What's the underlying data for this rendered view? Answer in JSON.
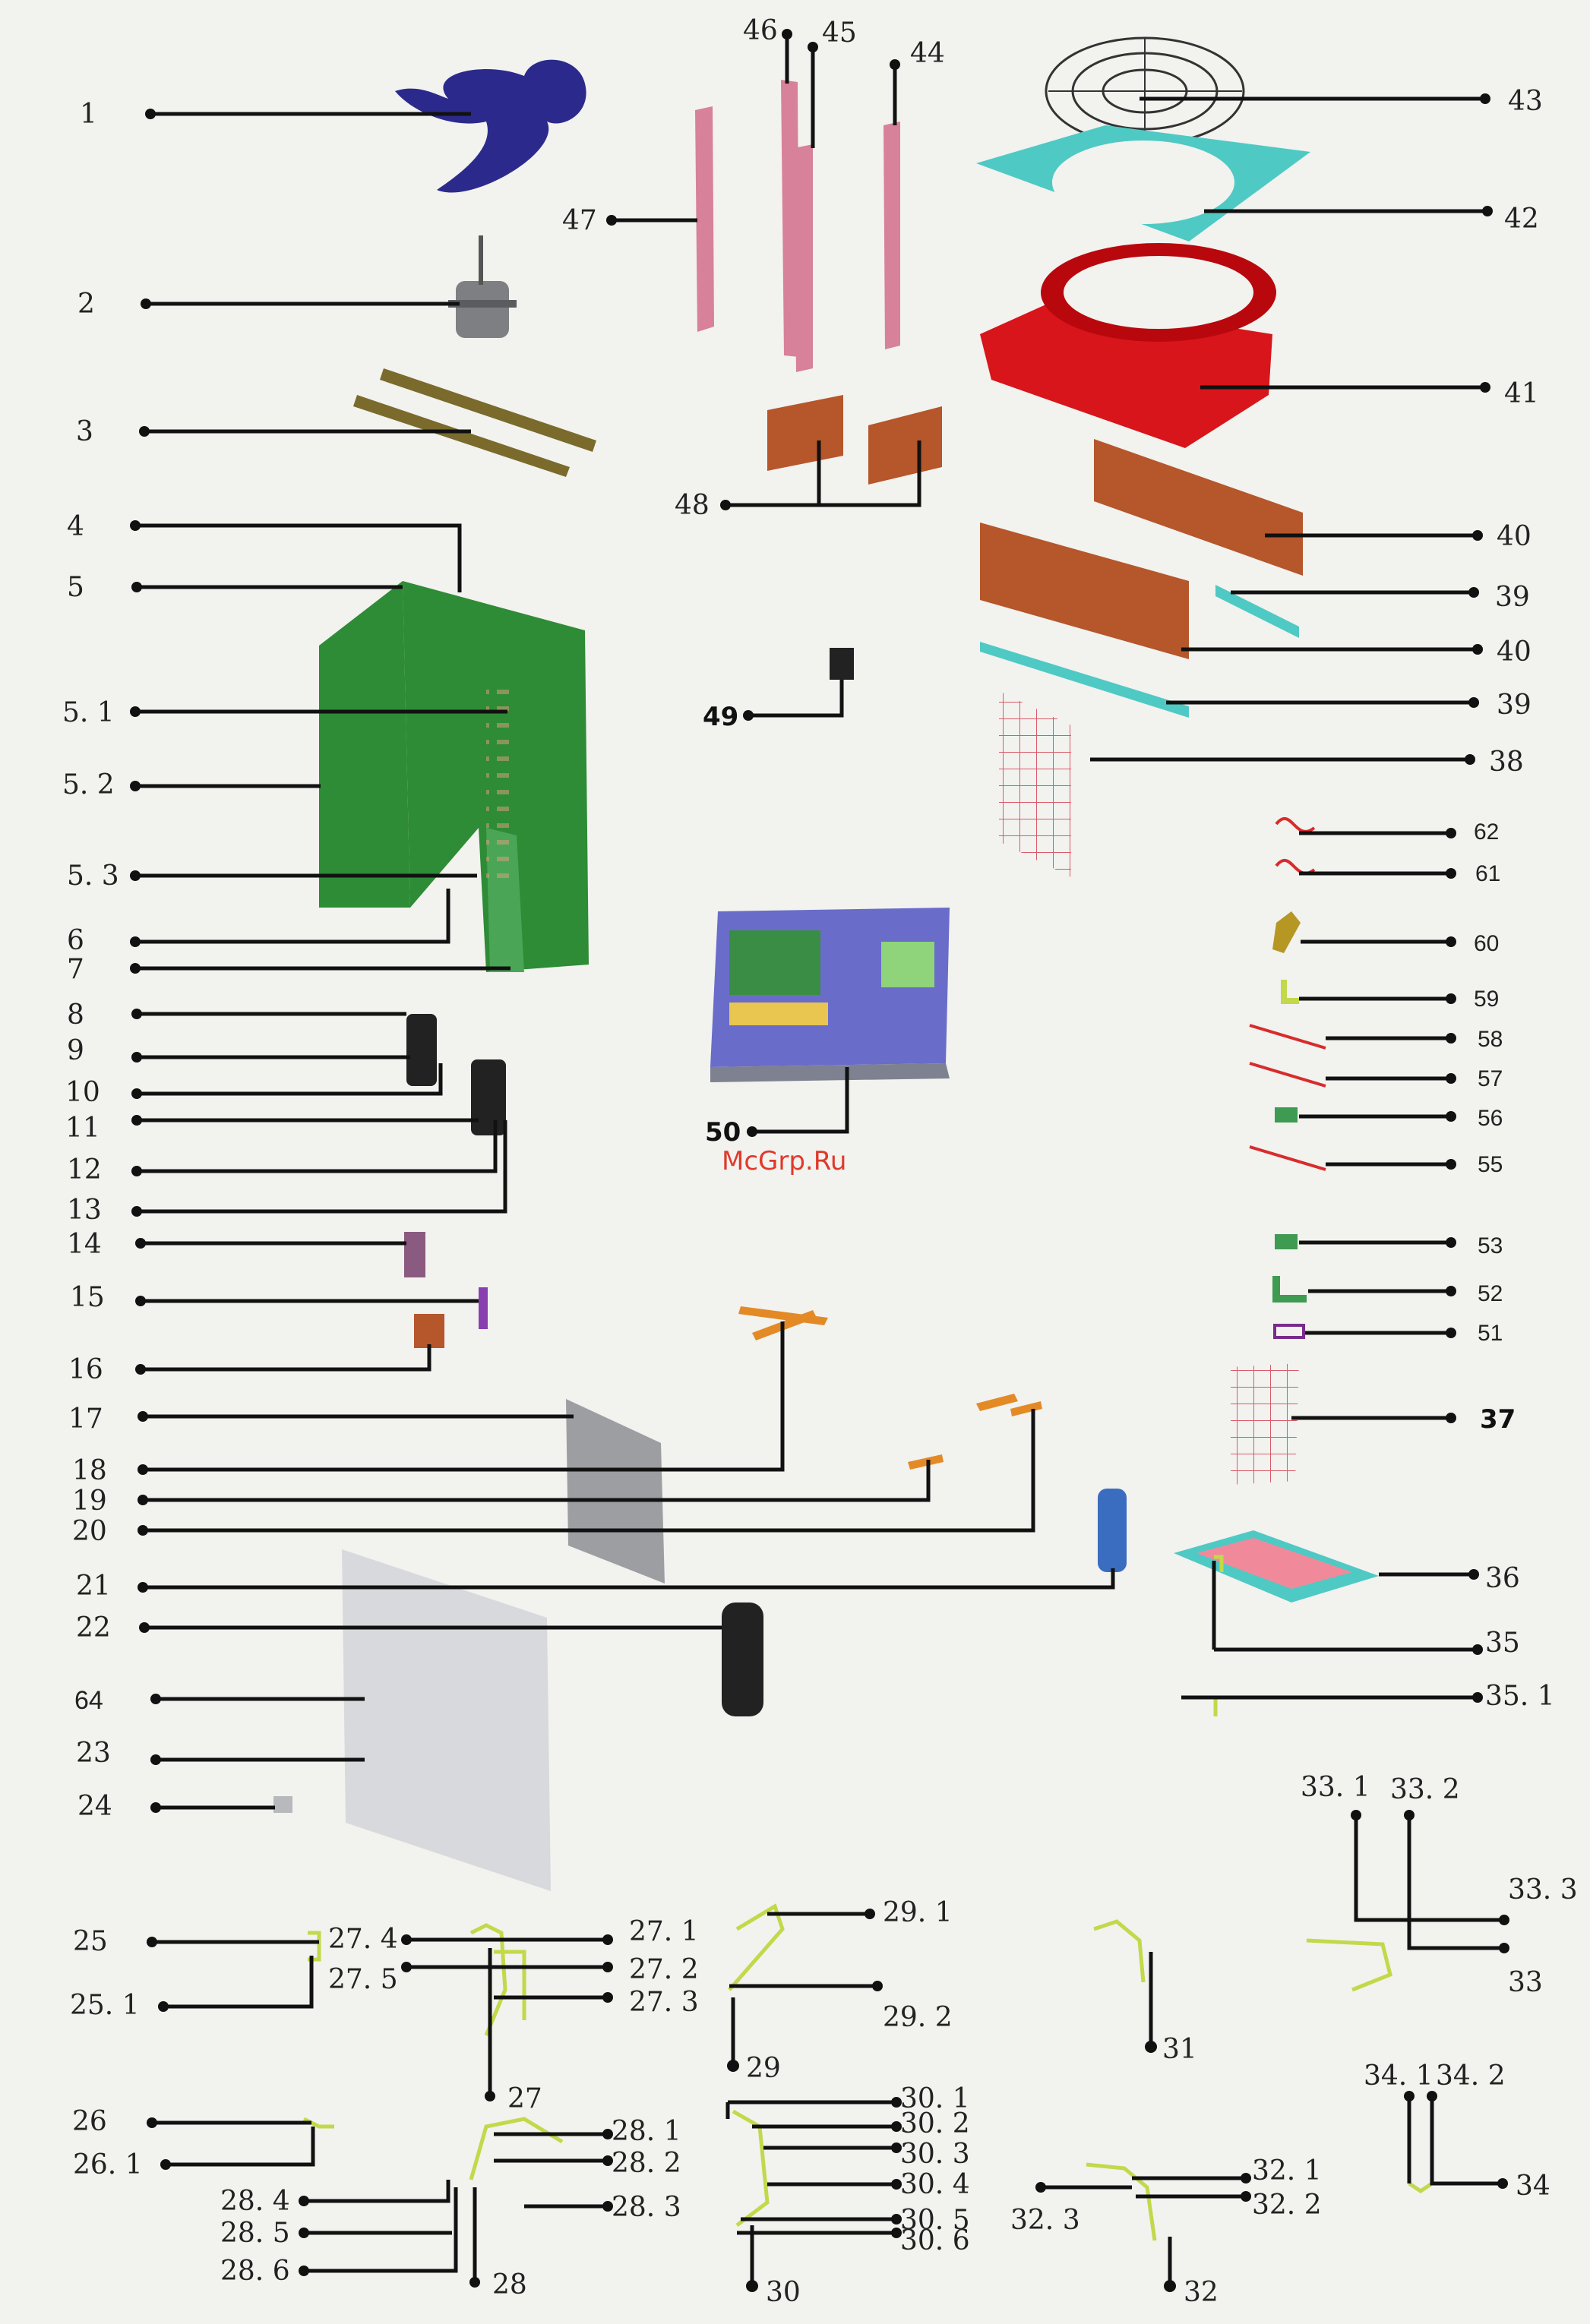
{
  "watermark": "McGrp.Ru",
  "colors": {
    "fan": "#2b2a8c",
    "cabinet": "#2e8b36",
    "fan_housing": "#d8151a",
    "teal_plate": "#4fc9c4",
    "filter": "#b5562b",
    "rail": "#d7819a",
    "panel_grey": "#9c9ea2",
    "tubes": "#c3d84a",
    "wires": "#d82c2c",
    "ground_green": "#3f9a52",
    "lines": "#111111"
  },
  "labels_left": [
    "1",
    "2",
    "3",
    "4",
    "5",
    "5. 1",
    "5. 2",
    "5. 3",
    "6",
    "7",
    "8",
    "9",
    "10",
    "11",
    "12",
    "13",
    "14",
    "15",
    "16",
    "17",
    "18",
    "19",
    "20",
    "21",
    "22",
    "64",
    "23",
    "24"
  ],
  "labels_center": [
    "46",
    "45",
    "44",
    "47",
    "48",
    "49",
    "50"
  ],
  "labels_right": [
    "43",
    "42",
    "41",
    "40",
    "39",
    "40",
    "39",
    "38",
    "62",
    "61",
    "60",
    "59",
    "58",
    "57",
    "56",
    "55",
    "53",
    "52",
    "51",
    "37",
    "36",
    "35",
    "35. 1"
  ],
  "labels_bottom": [
    "33. 1",
    "33. 2",
    "33. 3",
    "33",
    "25",
    "27. 4",
    "27. 1",
    "27. 5",
    "27. 2",
    "27. 3",
    "25. 1",
    "27",
    "29. 1",
    "29. 2",
    "29",
    "31",
    "34. 1",
    "34. 2",
    "34",
    "26",
    "28. 1",
    "26. 1",
    "28. 2",
    "28. 3",
    "28. 4",
    "28. 5",
    "28. 6",
    "28",
    "30. 1",
    "30. 2",
    "30. 3",
    "30. 4",
    "30. 5",
    "30. 6",
    "30",
    "32. 1",
    "32. 2",
    "32. 3",
    "32"
  ]
}
